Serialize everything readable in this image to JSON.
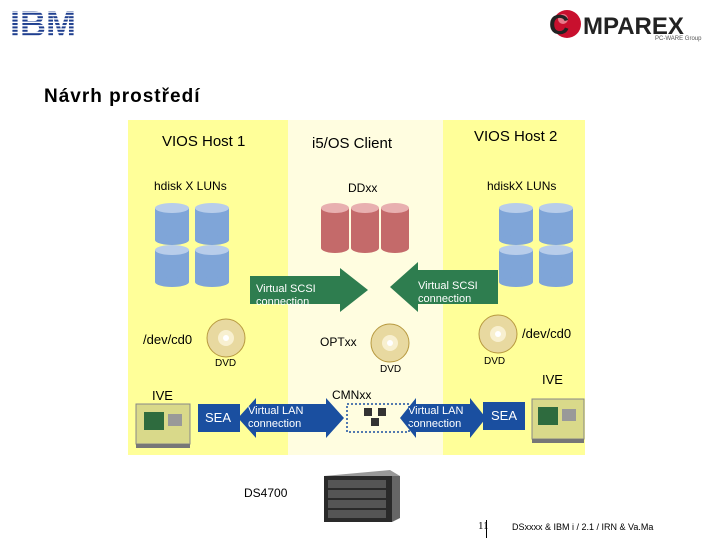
{
  "header": {
    "left_logo": "IBM",
    "right_logo": "COMPAREX",
    "right_logo_sub": "PC-WARE Group"
  },
  "title": "Návrh prostředí",
  "panels": {
    "vios1": {
      "title": "VIOS Host 1",
      "luns": "hdisk X LUNs",
      "cd": "/dev/cd0",
      "dvd": "DVD",
      "ive": "IVE",
      "sea": "SEA"
    },
    "client": {
      "title": "i5/OS Client",
      "disks": "DDxx",
      "opt": "OPTxx",
      "dvd": "DVD",
      "cmn": "CMNxx"
    },
    "vios2": {
      "title": "VIOS Host 2",
      "luns": "hdiskX LUNs",
      "cd": "/dev/cd0",
      "dvd": "DVD",
      "ive": "IVE",
      "sea": "SEA"
    }
  },
  "arrows": {
    "vscsi_left": "Virtual SCSI connection",
    "vscsi_right": "Virtual SCSI connection",
    "vlan_left": "Virtual LAN connection",
    "vlan_right": "Virtual LAN connection"
  },
  "storage": {
    "label": "DS4700"
  },
  "footer": {
    "page": "11",
    "text": "DSxxxx & IBM i / 2.1 / IRN & Va.Ma"
  },
  "colors": {
    "host_panel": "#ffff99",
    "client_panel": "#fffde0",
    "arrow_green": "#2e7d4f",
    "arrow_blue": "#1a4fa0",
    "disk_blue": "#7fa5d8",
    "disk_red": "#c46a6a",
    "ibm_blue": "#1f3f8f",
    "comparex_red": "#c8102e"
  }
}
